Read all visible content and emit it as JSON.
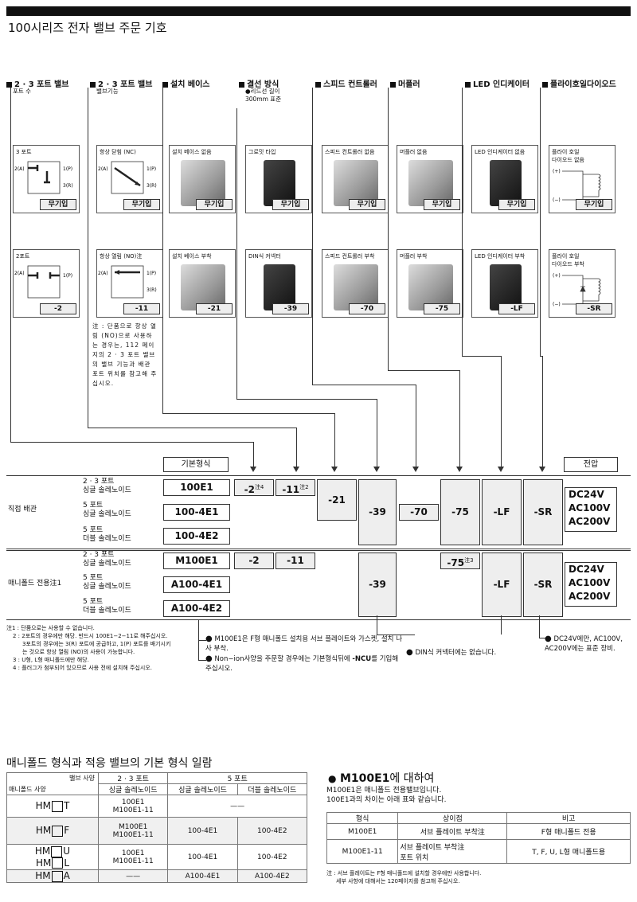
{
  "title": "100시리즈 전자 밸브 주문 기호",
  "categories": [
    {
      "name": "2 · 3 포트 밸브",
      "sub": "포트 수"
    },
    {
      "name": "2 · 3 포트 밸브",
      "sub": "밸브기능"
    },
    {
      "name": "설치 베이스",
      "sub": ""
    },
    {
      "name": "결선 방식",
      "sub": "●리드선 길이\n300mm 표준"
    },
    {
      "name": "스피드 컨트롤러",
      "sub": ""
    },
    {
      "name": "머플러",
      "sub": ""
    },
    {
      "name": "LED 인디케이터",
      "sub": ""
    },
    {
      "name": "플라이호일다이오드",
      "sub": ""
    }
  ],
  "options_top": [
    {
      "label": "3 포트",
      "code": "무기입"
    },
    {
      "label": "항상 닫힘 (NC)",
      "code": "무기입"
    },
    {
      "label": "설치 베이스 없음",
      "code": "무기입"
    },
    {
      "label": "그로밋 타입",
      "code": "무기입"
    },
    {
      "label": "스피드 컨트롤러 없음",
      "code": "무기입"
    },
    {
      "label": "머플러 없음",
      "code": "무기입"
    },
    {
      "label": "LED 인디케이터 없음",
      "code": "무기입"
    },
    {
      "label": "플라이 호일\n다이오드 없음",
      "code": "무기입"
    }
  ],
  "options_bottom": [
    {
      "label": "2포트",
      "code": "-2"
    },
    {
      "label": "항상 열림 (NO)注",
      "code": "-11"
    },
    {
      "label": "설치 베이스 부착",
      "code": "-21"
    },
    {
      "label": "DIN식 커넥터",
      "code": "-39"
    },
    {
      "label": "스피드 컨트롤러 부착",
      "code": "-70"
    },
    {
      "label": "머플러 부착",
      "code": "-75"
    },
    {
      "label": "LED 인디케이터 부착",
      "code": "-LF"
    },
    {
      "label": "플라이 호일\n다이오드 부착",
      "code": "-SR"
    }
  ],
  "port_labels": {
    "p2a": "2(A)",
    "p1p": "1(P)",
    "p3r": "3(R)",
    "plus": "(+)",
    "minus": "(−)"
  },
  "note_nc": "注 : 단품으로 항상 열림 (NO)으로 사용하는 경우는, 112 페이지의 2 · 3 포트 밸브의 밸브 기능과 배관 포트 위치를 참고해 주십시오.",
  "base_model_label": "기본형식",
  "voltage_label": "전압",
  "direct": {
    "label": "직접 배관",
    "rows": [
      {
        "desc1": "2 · 3 포트",
        "desc2": "싱글 솔레노이드",
        "model": "100E1"
      },
      {
        "desc1": "5 포트",
        "desc2": "싱글 솔레노이드",
        "model": "100-4E1"
      },
      {
        "desc1": "5 포트",
        "desc2": "더블 솔레노이드",
        "model": "100-4E2"
      }
    ],
    "opt2": "-2",
    "opt2_note": "注4",
    "opt11": "-11",
    "opt11_note": "注2",
    "opt21": "-21",
    "opt39": "-39",
    "opt70": "-70",
    "opt75": "-75",
    "optLF": "-LF",
    "optSR": "-SR",
    "voltages": [
      "DC24V",
      "AC100V",
      "AC200V"
    ]
  },
  "manifold": {
    "label": "매니폴드 전용注1",
    "rows": [
      {
        "desc1": "2 · 3 포트",
        "desc2": "싱글 솔레노이드",
        "model": "M100E1"
      },
      {
        "desc1": "5 포트",
        "desc2": "싱글 솔레노이드",
        "model": "A100-4E1"
      },
      {
        "desc1": "5 포트",
        "desc2": "더블 솔레노이드",
        "model": "A100-4E2"
      }
    ],
    "opt2": "-2",
    "opt11": "-11",
    "opt75": "-75",
    "opt75_note": "注3",
    "opt39": "-39",
    "optLF": "-LF",
    "optSR": "-SR",
    "voltages": [
      "DC24V",
      "AC100V",
      "AC200V"
    ]
  },
  "footnotes": [
    "注1 : 단품으로는 사용할 수 없습니다.",
    "2 : 2포트의 경우에만 해당. 반드시 100E1−2−11로 해주십시오.",
    "3포트의 경우에는 3(R) 포트에 공급하고, 1(P) 포트를 배기시키는 것으로 항상 열림 (NO)의 사용이 가능합니다.",
    "3 : U형, L형 매니폴드에만 해당.",
    "4 : 플러그가 첨부되어 있으므로 사용 전에 설치해 주십시오."
  ],
  "bullet_m100": "M100E1은 F형 매니폴드 설치용 서브 플레이트와 가스켓, 설치 나사 부착.",
  "bullet_ncu_a": "Non−ion사양을 주문할 경우에는 기본형식뒤에 ",
  "bullet_ncu_b": "-NCU",
  "bullet_ncu_c": "를 기입해 주십시오.",
  "bullet_din": "DIN식 커넥터에는 없습니다.",
  "bullet_volt": "DC24V에만, AC100V, AC200V에는 표준 장비.",
  "table1": {
    "title": "매니폴드 형식과 적응 밸브의 기본 형식 일람",
    "hdr_valve": "밸브 사양",
    "hdr_manifold": "매니폴드 사양",
    "hdr_23": "2 · 3 포트",
    "hdr_5": "5 포트",
    "hdr_single": "싱글 솔레노이드",
    "hdr_single2": "싱글 솔레노이드",
    "hdr_double": "더블 솔레노이드",
    "rows": [
      {
        "hm_a": "HM",
        "hm_b": "T",
        "c1": "100E1\nM100E1-11",
        "c2": "——",
        "c3": ""
      },
      {
        "hm_a": "HM",
        "hm_b": "F",
        "c1": "M100E1\nM100E1-11",
        "c2": "100-4E1",
        "c3": "100-4E2"
      },
      {
        "hm_a": "HM",
        "hm_b": "U",
        "hm2_a": "HM",
        "hm2_b": "L",
        "c1": "100E1\nM100E1-11",
        "c2": "100-4E1",
        "c3": "100-4E2"
      },
      {
        "hm_a": "HM",
        "hm_b": "A",
        "c1": "——",
        "c2": "A100-4E1",
        "c3": "A100-4E2"
      }
    ]
  },
  "table2": {
    "title_bold": "M100E1",
    "title_rest": "에 대하여",
    "intro1": "M100E1은 매니폴드 전용밸브입니다.",
    "intro2": "100E1과의 차이는 아래 표와 같습니다.",
    "headers": [
      "형식",
      "상이점",
      "비고"
    ],
    "rows": [
      {
        "a": "M100E1",
        "b": "서브 플레이트 부착注",
        "c": "F형 매니폴드 전용"
      },
      {
        "a": "M100E1-11",
        "b": "서브 플레이트 부착注\n포트 위치",
        "c": "T, F, U, L형 매니폴드용"
      }
    ],
    "note1": "注 : 서브 플레이트는 F형 매니폴드에 설치할 경우에만 사용합니다.",
    "note2": "세부 사항에 대해서는 120페이지를 참고해 주십시오."
  }
}
